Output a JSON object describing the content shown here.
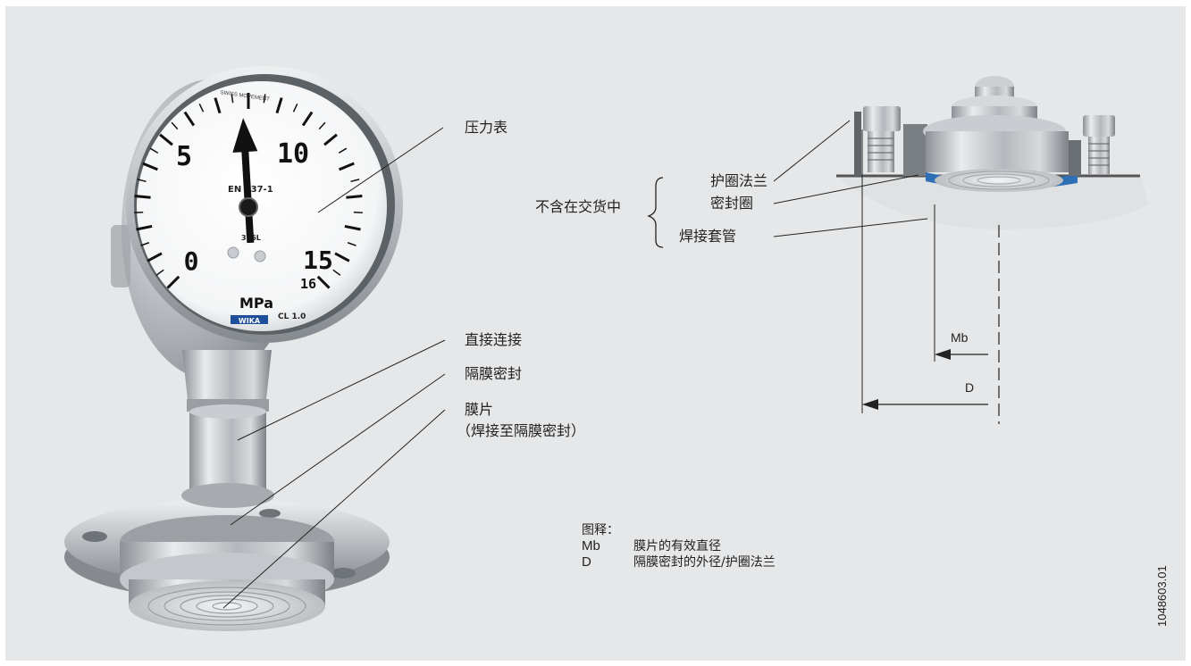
{
  "gauge": {
    "dial_top_text": "SWISS MOVEMENT",
    "standard": "EN 837-1",
    "material": "316L",
    "unit": "MPa",
    "accuracy_class": "CL 1.0",
    "brand": "WIKA",
    "scale_numbers": [
      "0",
      "5",
      "10",
      "15",
      "16"
    ],
    "pointer_value": 7.8
  },
  "labels": {
    "pressure_gauge": "压力表",
    "direct_connection": "直接连接",
    "diaphragm_seal": "隔膜密封",
    "diaphragm_line1": "膜片",
    "diaphragm_line2": "（焊接至隔膜密封）",
    "not_included": "不含在交货中",
    "retaining_flange": "护圈法兰",
    "sealing_ring": "密封圈",
    "weld_sleeve": "焊接套管"
  },
  "dimensions": {
    "mb": "Mb",
    "d": "D"
  },
  "legend": {
    "title": "图释：",
    "items": [
      {
        "symbol": "Mb",
        "text": "膜片的有效直径"
      },
      {
        "symbol": "D",
        "text": "隔膜密封的外径/护圈法兰"
      }
    ]
  },
  "document_code": "1048603.01",
  "colors": {
    "background": "#e6e7e8",
    "steel": "#b9bcc0",
    "seal_ring": "#2f6fb6",
    "pointer": "#111111"
  }
}
